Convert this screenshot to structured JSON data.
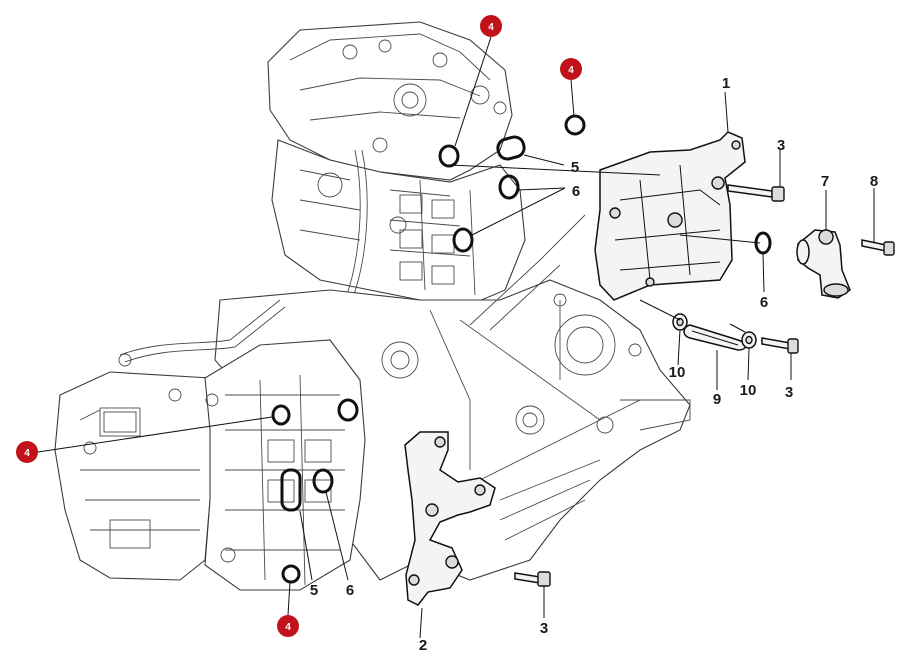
{
  "labels": [
    {
      "id": "label-1-top",
      "text": "1"
    },
    {
      "id": "label-2-bottom",
      "text": "2"
    },
    {
      "id": "label-3-top",
      "text": "3"
    },
    {
      "id": "label-3-mid",
      "text": "3"
    },
    {
      "id": "label-3-bottom",
      "text": "3"
    },
    {
      "id": "label-5-upper",
      "text": "5"
    },
    {
      "id": "label-5-lower",
      "text": "5"
    },
    {
      "id": "label-6-upper",
      "text": "6"
    },
    {
      "id": "label-6-right",
      "text": "6"
    },
    {
      "id": "label-6-lower",
      "text": "6"
    },
    {
      "id": "label-7",
      "text": "7"
    },
    {
      "id": "label-8",
      "text": "8"
    },
    {
      "id": "label-9",
      "text": "9"
    },
    {
      "id": "label-10-left",
      "text": "10"
    },
    {
      "id": "label-10-right",
      "text": "10"
    }
  ],
  "badges": [
    {
      "id": "badge-4-top",
      "text": "4"
    },
    {
      "id": "badge-4-upper-right",
      "text": "4"
    },
    {
      "id": "badge-4-left",
      "text": "4"
    },
    {
      "id": "badge-4-bottom",
      "text": "4"
    }
  ],
  "colors": {
    "badge": "#c0121b",
    "line": "#111111",
    "engine_outline": "#3c3c3c"
  }
}
